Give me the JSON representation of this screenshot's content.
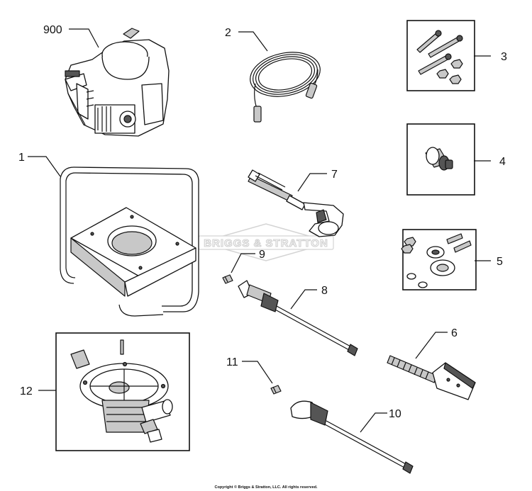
{
  "watermark": "BRIGGS & STRATTON",
  "copyright": "Copyright © Briggs & Stratton, LLC. All rights reserved.",
  "callouts": {
    "c900": "900",
    "c2": "2",
    "c3": "3",
    "c1": "1",
    "c7": "7",
    "c4": "4",
    "c5": "5",
    "c9": "9",
    "c8": "8",
    "c6": "6",
    "c11": "11",
    "c12": "12",
    "c10": "10"
  }
}
